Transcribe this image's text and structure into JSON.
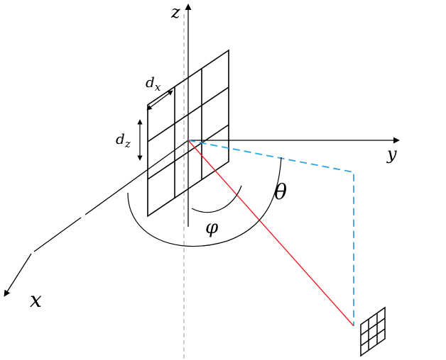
{
  "labels": {
    "z_axis": "z",
    "y_axis": "y",
    "x_axis": "x",
    "theta": "θ",
    "phi": "φ",
    "dx_base": "d",
    "dx_sub": "x",
    "dz_base": "d",
    "dz_sub": "z"
  },
  "colors": {
    "axis": "#000000",
    "guide_dashed": "#999999",
    "projection_dashed": "#29a8e0",
    "signal_ray": "#e8222a",
    "array_grid": "#000000"
  },
  "icons": {
    "antenna_array": "planar-antenna-array",
    "receiver_array": "small-receiver-array"
  }
}
